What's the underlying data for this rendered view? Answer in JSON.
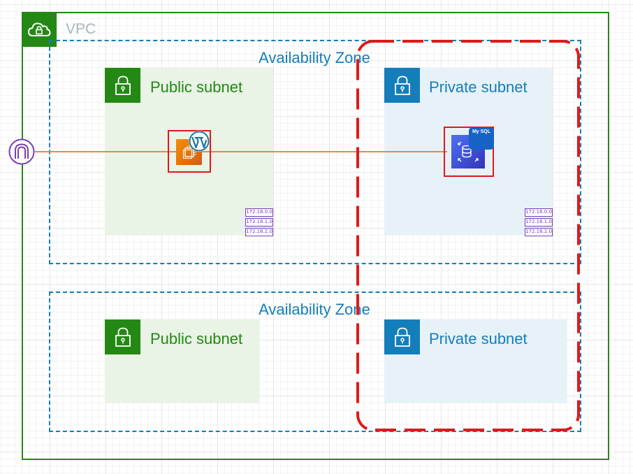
{
  "vpc": {
    "label": "VPC",
    "icon": "vpc-cloud-lock-icon"
  },
  "availability_zones": [
    {
      "label": "Availability Zone",
      "public_subnet": {
        "label": "Public subnet",
        "icon": "lock-icon"
      },
      "private_subnet": {
        "label": "Private subnet",
        "icon": "lock-icon"
      }
    },
    {
      "label": "Availability Zone",
      "public_subnet": {
        "label": "Public subnet",
        "icon": "lock-icon"
      },
      "private_subnet": {
        "label": "Private subnet",
        "icon": "lock-icon"
      }
    }
  ],
  "nodes": {
    "internet_gateway": {
      "icon": "internet-gateway-icon"
    },
    "ec2": {
      "icon": "ec2-instance-icon",
      "overlay_icon": "wordpress-logo-icon"
    },
    "rds": {
      "icon": "rds-database-icon",
      "badge": "My SQL"
    }
  },
  "route_tables": {
    "public": [
      "172.16.0.0",
      "172.16.1.0",
      "172.16.2.0"
    ],
    "private": [
      "172.16.0.0",
      "172.16.1.0",
      "172.16.2.0"
    ]
  },
  "colors": {
    "vpc_green": "#248814",
    "az_blue": "#147eba",
    "public_fill": "#e9f3e6",
    "private_fill": "#e6f2f8",
    "connection_orange": "#f58536",
    "highlight_red": "#e0191a",
    "cidr_purple": "#7b3fb7"
  }
}
